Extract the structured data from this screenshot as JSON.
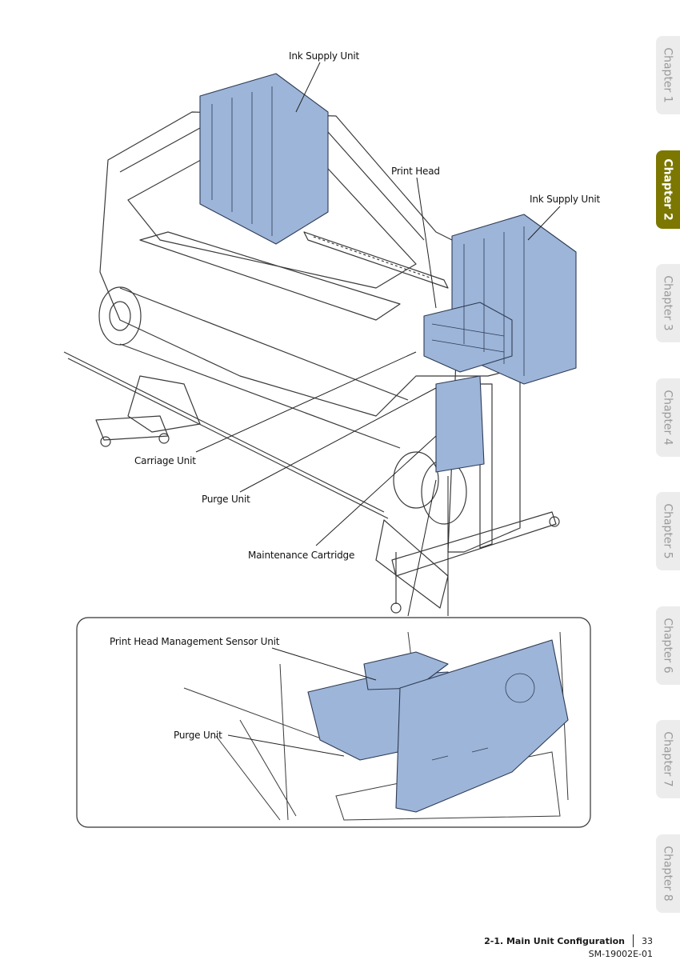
{
  "figure": {
    "callouts": {
      "ink_supply_left": "Ink Supply Unit",
      "print_head": "Print Head",
      "ink_supply_right": "Ink Supply Unit",
      "carriage_unit": "Carriage Unit",
      "purge_unit": "Purge Unit",
      "maintenance_cartridge": "Maintenance Cartridge"
    },
    "inset": {
      "sensor_unit": "Print Head Management Sensor Unit",
      "purge_unit": "Purge Unit"
    },
    "highlight_color": "#9db5d8",
    "outline_color": "#3a3a3a"
  },
  "tabs": [
    {
      "label": "Chapter 1",
      "active": false
    },
    {
      "label": "Chapter 2",
      "active": true
    },
    {
      "label": "Chapter 3",
      "active": false
    },
    {
      "label": "Chapter 4",
      "active": false
    },
    {
      "label": "Chapter 5",
      "active": false
    },
    {
      "label": "Chapter 6",
      "active": false
    },
    {
      "label": "Chapter 7",
      "active": false
    },
    {
      "label": "Chapter 8",
      "active": false
    }
  ],
  "tab_active_color": "#7c7700",
  "footer": {
    "section": "2-1. Main Unit Configuration",
    "page_number": "33",
    "doc_code": "SM-19002E-01"
  }
}
